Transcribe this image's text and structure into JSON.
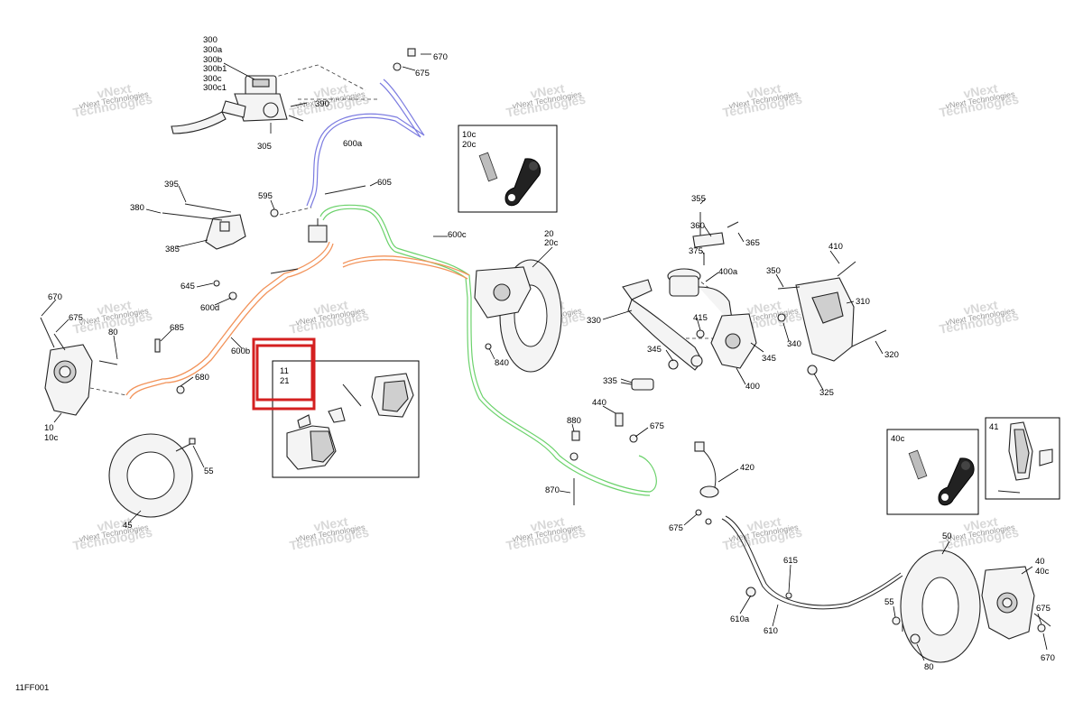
{
  "figure_code": "11FF001",
  "watermark": {
    "line1": "vNext",
    "line2": "Technologies",
    "combined": "vNext Technologies"
  },
  "labels": [
    {
      "id": "300",
      "text": "300"
    },
    {
      "id": "300a",
      "text": "300a"
    },
    {
      "id": "300b",
      "text": "300b"
    },
    {
      "id": "300b1",
      "text": "300b1"
    },
    {
      "id": "300c",
      "text": "300c"
    },
    {
      "id": "300c1",
      "text": "300c1"
    },
    {
      "id": "305",
      "text": "305"
    },
    {
      "id": "390",
      "text": "390"
    },
    {
      "id": "600a",
      "text": "600a"
    },
    {
      "id": "670_top",
      "text": "670"
    },
    {
      "id": "675_top",
      "text": "675"
    },
    {
      "id": "605",
      "text": "605"
    },
    {
      "id": "595",
      "text": "595"
    },
    {
      "id": "395",
      "text": "395"
    },
    {
      "id": "380",
      "text": "380"
    },
    {
      "id": "385",
      "text": "385"
    },
    {
      "id": "600c",
      "text": "600c"
    },
    {
      "id": "20",
      "text": "20"
    },
    {
      "id": "20c",
      "text": "20c"
    },
    {
      "id": "645",
      "text": "645"
    },
    {
      "id": "600d",
      "text": "600d"
    },
    {
      "id": "670_left",
      "text": "670"
    },
    {
      "id": "675_left",
      "text": "675"
    },
    {
      "id": "80_left",
      "text": "80"
    },
    {
      "id": "685",
      "text": "685"
    },
    {
      "id": "600b",
      "text": "600b"
    },
    {
      "id": "680",
      "text": "680"
    },
    {
      "id": "10",
      "text": "10"
    },
    {
      "id": "10c",
      "text": "10c"
    },
    {
      "id": "55_left",
      "text": "55"
    },
    {
      "id": "45",
      "text": "45"
    },
    {
      "id": "840",
      "text": "840"
    },
    {
      "id": "440",
      "text": "440"
    },
    {
      "id": "880",
      "text": "880"
    },
    {
      "id": "675_mid",
      "text": "675"
    },
    {
      "id": "870",
      "text": "870"
    },
    {
      "id": "420",
      "text": "420"
    },
    {
      "id": "675_low",
      "text": "675"
    },
    {
      "id": "615",
      "text": "615"
    },
    {
      "id": "610a",
      "text": "610a"
    },
    {
      "id": "610",
      "text": "610"
    },
    {
      "id": "355",
      "text": "355"
    },
    {
      "id": "360",
      "text": "360"
    },
    {
      "id": "365",
      "text": "365"
    },
    {
      "id": "375",
      "text": "375"
    },
    {
      "id": "400a",
      "text": "400a"
    },
    {
      "id": "330",
      "text": "330"
    },
    {
      "id": "415",
      "text": "415"
    },
    {
      "id": "345_a",
      "text": "345"
    },
    {
      "id": "345_b",
      "text": "345"
    },
    {
      "id": "335",
      "text": "335"
    },
    {
      "id": "400",
      "text": "400"
    },
    {
      "id": "410",
      "text": "410"
    },
    {
      "id": "350",
      "text": "350"
    },
    {
      "id": "310",
      "text": "310"
    },
    {
      "id": "340",
      "text": "340"
    },
    {
      "id": "320",
      "text": "320"
    },
    {
      "id": "325",
      "text": "325"
    },
    {
      "id": "50",
      "text": "50"
    },
    {
      "id": "40",
      "text": "40"
    },
    {
      "id": "40c_label",
      "text": "40c"
    },
    {
      "id": "55_right",
      "text": "55"
    },
    {
      "id": "675_right",
      "text": "675"
    },
    {
      "id": "670_right",
      "text": "670"
    },
    {
      "id": "80_right",
      "text": "80"
    }
  ],
  "insets": {
    "bleeder_front": {
      "line1": "10c",
      "line2": "20c"
    },
    "pads_front": {
      "line1": "11",
      "line2": "21"
    },
    "bleeder_rear": {
      "label": "40c"
    },
    "pads_rear": {
      "label": "41"
    }
  }
}
